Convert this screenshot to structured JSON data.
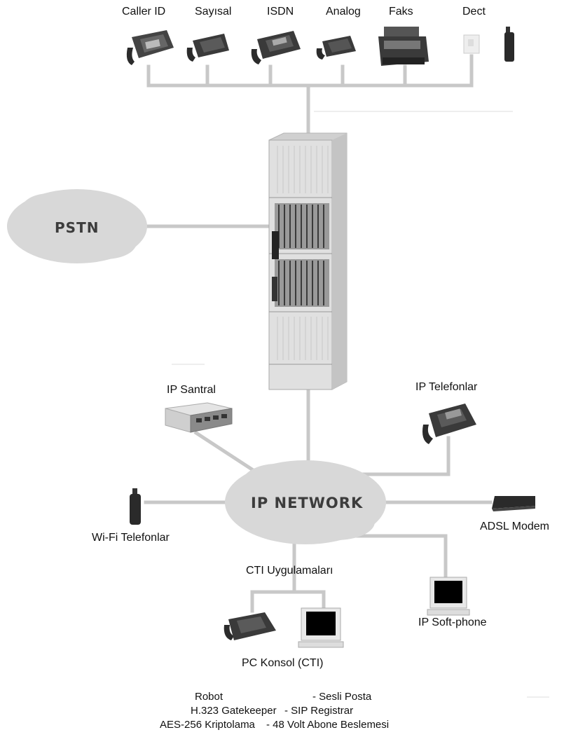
{
  "top_devices": {
    "caller_id": "Caller ID",
    "sayisal": "Sayısal",
    "isdn": "ISDN",
    "analog": "Analog",
    "faks": "Faks",
    "dect": "Dect"
  },
  "clouds": {
    "pstn": "PSTN",
    "ip_network": "IP NETWORK"
  },
  "nodes": {
    "ip_santral": "IP Santral",
    "ip_telefonlar": "IP Telefonlar",
    "wifi_telefonlar": "Wi-Fi Telefonlar",
    "adsl_modem": "ADSL Modem",
    "cti_uygulamalari": "CTI Uygulamaları",
    "ip_soft_phone": "IP Soft-phone",
    "pc_konsol": "PC Konsol (CTI)"
  },
  "features": {
    "row1_left": "Robot",
    "row1_right": "-  Sesli Posta",
    "row2_left": "H.323 Gatekeeper",
    "row2_right": "-  SIP Registrar",
    "row3_left": "AES-256 Kriptolama",
    "row3_right": "-  48 Volt Abone Beslemesi"
  },
  "colors": {
    "line": "#c8c8c8",
    "cloud": "#d8d8d8",
    "rack": "#dcdcdc"
  }
}
